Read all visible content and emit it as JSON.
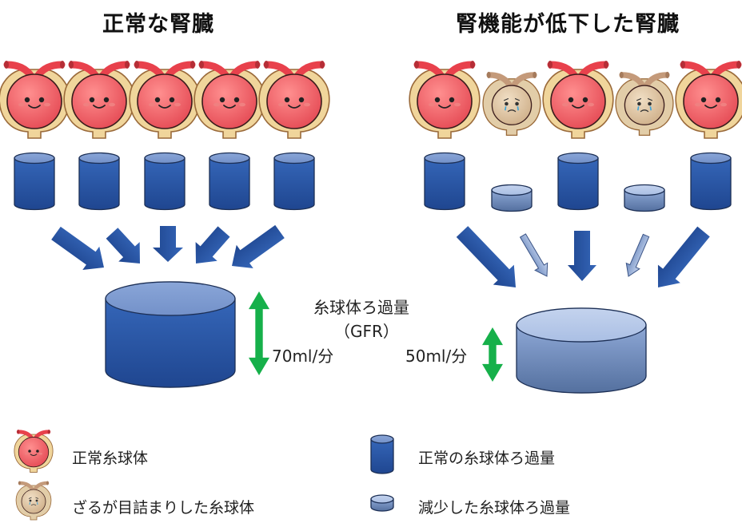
{
  "titles": {
    "normal": "正常な腎臓",
    "reduced": "腎機能が低下した腎臓"
  },
  "normal_panel": {
    "glomeruli": [
      "normal",
      "normal",
      "normal",
      "normal",
      "normal"
    ],
    "gfr_value": "70ml/分"
  },
  "reduced_panel": {
    "glomeruli": [
      "normal",
      "clogged",
      "normal",
      "clogged",
      "normal"
    ],
    "gfr_value": "50ml/分"
  },
  "center_label": {
    "line1": "糸球体ろ過量",
    "line2": "（GFR）"
  },
  "legend": [
    {
      "icon": "normal-glomerulus-icon",
      "label": "正常糸球体"
    },
    {
      "icon": "normal-filtration-cylinder-icon",
      "label": "正常の糸球体ろ過量"
    },
    {
      "icon": "clogged-glomerulus-icon",
      "label": "ざるが目詰まりした糸球体"
    },
    {
      "icon": "reduced-filtration-cylinder-icon",
      "label": "減少した糸球体ろ過量"
    }
  ],
  "colors": {
    "cylinder_dark": "#2e5aa8",
    "cylinder_light": "#7f9bcb",
    "arrow_green": "#16b04a",
    "glomerulus_red": "#ee5a62",
    "glomerulus_beige": "#dcc3a0"
  }
}
